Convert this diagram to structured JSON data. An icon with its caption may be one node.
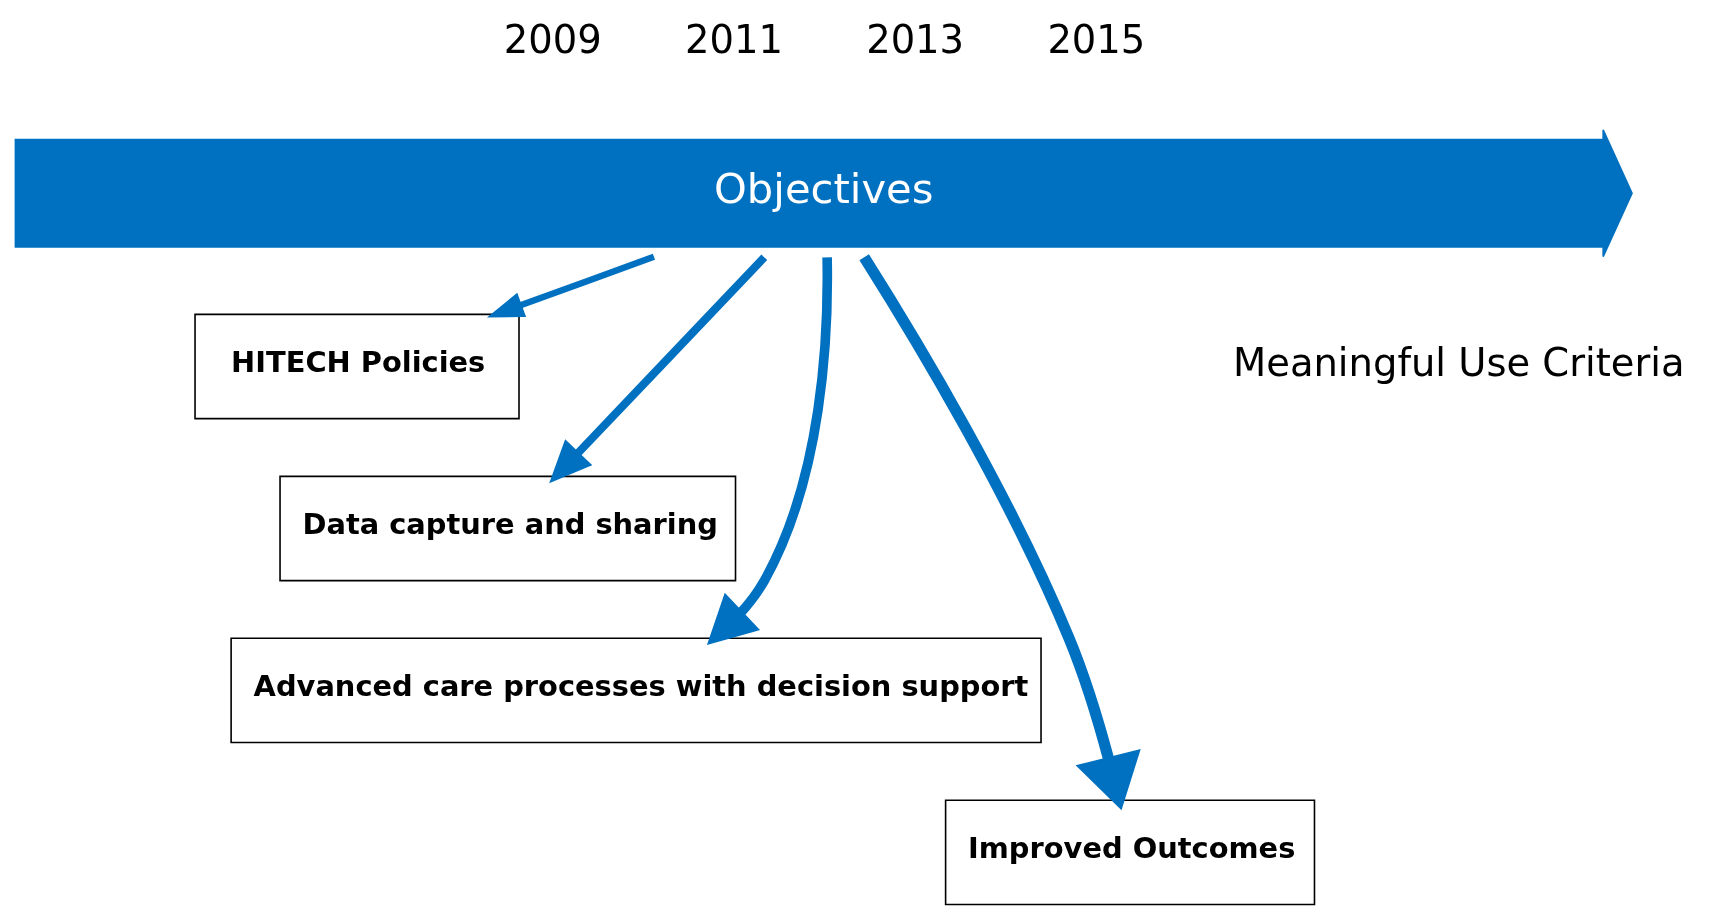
{
  "diagram": {
    "nodes": [
      {
        "text": [
          "Objectives"
        ]
      },
      {
        "text": [
          "HITECH Policies"
        ]
      },
      {
        "text": [
          "Data capture and sharing"
        ]
      },
      {
        "text": [
          "Advanced care processes with decision support"
        ]
      },
      {
        "text": [
          "Improved Outcomes"
        ]
      }
    ],
    "edges": [
      {
        "from": 0,
        "to": 1,
        "arrow": "to"
      },
      {
        "from": 0,
        "to": 2,
        "arrow": "to"
      },
      {
        "from": 0,
        "to": 3,
        "arrow": "to"
      },
      {
        "from": 0,
        "to": 4,
        "arrow": "to"
      }
    ],
    "labels": [
      "2009",
      "2011",
      "2013",
      "2015",
      "Meaningful Use Criteria"
    ]
  }
}
